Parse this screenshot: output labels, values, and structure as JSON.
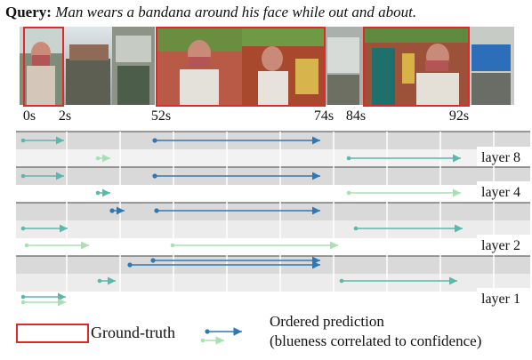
{
  "query": {
    "label": "Query:",
    "text": "Man wears a bandana around his face while out and about."
  },
  "time_ticks": [
    "0s",
    "2s",
    "52s",
    "74s",
    "84s",
    "92s"
  ],
  "layers": [
    {
      "label": "layer 8"
    },
    {
      "label": "layer 4"
    },
    {
      "label": "layer 2"
    },
    {
      "label": "layer 1"
    }
  ],
  "legend": {
    "ground_truth": "Ground-truth",
    "prediction_line1": "Ordered prediction",
    "prediction_line2": "(blueness correlated to confidence)"
  },
  "colors": {
    "ground_truth": "#e02a2a",
    "pred_strong": "#2f78b7",
    "pred_medium": "#5ab8ad",
    "pred_light": "#a6e1b0"
  }
}
